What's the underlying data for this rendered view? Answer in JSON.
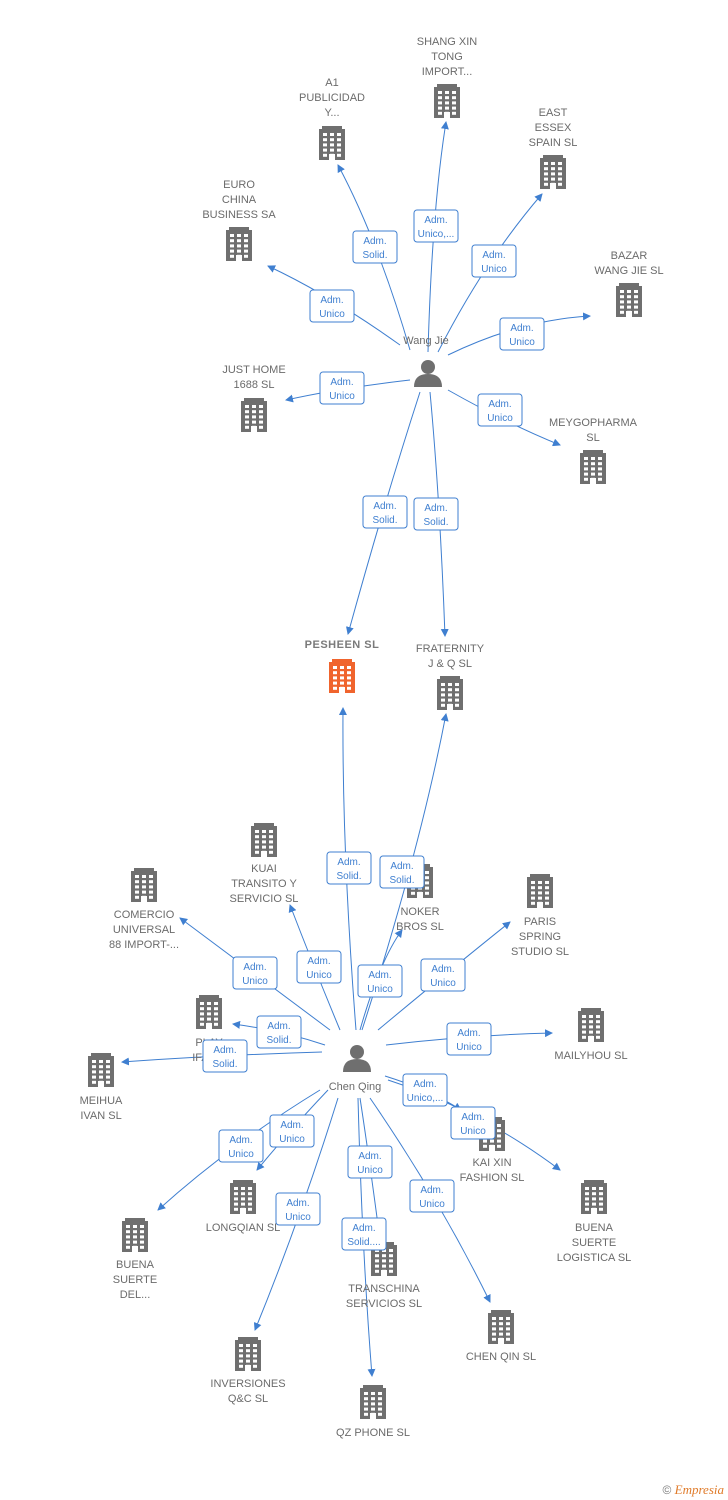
{
  "people": [
    {
      "id": "wang",
      "label": "Wang Jie"
    },
    {
      "id": "chen",
      "label": "Chen Qing"
    }
  ],
  "companies": [
    {
      "id": "shang",
      "lines": [
        "SHANG XIN",
        "TONG",
        "IMPORT..."
      ]
    },
    {
      "id": "a1",
      "lines": [
        "A1",
        "PUBLICIDAD",
        "Y..."
      ]
    },
    {
      "id": "east",
      "lines": [
        "EAST",
        "ESSEX",
        "SPAIN  SL"
      ]
    },
    {
      "id": "euro",
      "lines": [
        "EURO",
        "CHINA",
        "BUSINESS SA"
      ]
    },
    {
      "id": "bazar",
      "lines": [
        "BAZAR",
        "WANG JIE SL"
      ]
    },
    {
      "id": "justhome",
      "lines": [
        "JUST HOME",
        "1688  SL"
      ]
    },
    {
      "id": "meygo",
      "lines": [
        "MEYGOPHARMA",
        "SL"
      ]
    },
    {
      "id": "pesheen",
      "lines": [
        "PESHEEN  SL"
      ],
      "main": true
    },
    {
      "id": "frat",
      "lines": [
        "FRATERNITY",
        "J & Q  SL"
      ]
    },
    {
      "id": "kuai",
      "lines": [
        "KUAI",
        "TRANSITO Y",
        "SERVICIO SL"
      ]
    },
    {
      "id": "comercio",
      "lines": [
        "COMERCIO",
        "UNIVERSAL",
        "88 IMPORT-..."
      ]
    },
    {
      "id": "noker",
      "lines": [
        "NOKER",
        "BROS  SL"
      ]
    },
    {
      "id": "paris",
      "lines": [
        "PARIS",
        "SPRING",
        "STUDIO SL"
      ]
    },
    {
      "id": "play",
      "lines": [
        "PLAY",
        "IFAC..."
      ]
    },
    {
      "id": "mailyhou",
      "lines": [
        "MAILYHOU SL"
      ]
    },
    {
      "id": "meihua",
      "lines": [
        "MEIHUA",
        "IVAN  SL"
      ]
    },
    {
      "id": "kaixin",
      "lines": [
        "KAI XIN",
        "FASHION SL"
      ]
    },
    {
      "id": "longqian",
      "lines": [
        "LONGQIAN SL"
      ]
    },
    {
      "id": "buenalog",
      "lines": [
        "BUENA",
        "SUERTE",
        "LOGISTICA SL"
      ]
    },
    {
      "id": "buenadel",
      "lines": [
        "BUENA",
        "SUERTE",
        "DEL..."
      ]
    },
    {
      "id": "transchina",
      "lines": [
        "TRANSCHINA",
        "SERVICIOS SL"
      ]
    },
    {
      "id": "chenqin",
      "lines": [
        "CHEN QIN SL"
      ]
    },
    {
      "id": "inversiones",
      "lines": [
        "INVERSIONES",
        "Q&C  SL"
      ]
    },
    {
      "id": "qzphone",
      "lines": [
        "QZ PHONE  SL"
      ]
    }
  ],
  "edges": [
    {
      "from": "wang",
      "to": "shang",
      "lines": [
        "Adm.",
        "Unico,..."
      ]
    },
    {
      "from": "wang",
      "to": "a1",
      "lines": [
        "Adm.",
        "Solid."
      ]
    },
    {
      "from": "wang",
      "to": "east",
      "lines": [
        "Adm.",
        "Unico"
      ]
    },
    {
      "from": "wang",
      "to": "euro",
      "lines": [
        "Adm.",
        "Unico"
      ]
    },
    {
      "from": "wang",
      "to": "bazar",
      "lines": [
        "Adm.",
        "Unico"
      ]
    },
    {
      "from": "wang",
      "to": "justhome",
      "lines": [
        "Adm.",
        "Unico"
      ]
    },
    {
      "from": "wang",
      "to": "meygo",
      "lines": [
        "Adm.",
        "Unico"
      ]
    },
    {
      "from": "wang",
      "to": "pesheen",
      "lines": [
        "Adm.",
        "Solid."
      ]
    },
    {
      "from": "wang",
      "to": "frat",
      "lines": [
        "Adm.",
        "Solid."
      ]
    },
    {
      "from": "chen",
      "to": "pesheen",
      "lines": [
        "Adm.",
        "Solid."
      ]
    },
    {
      "from": "chen",
      "to": "frat",
      "lines": [
        "Adm.",
        "Solid."
      ]
    },
    {
      "from": "chen",
      "to": "comercio",
      "lines": [
        "Adm.",
        "Unico"
      ]
    },
    {
      "from": "chen",
      "to": "kuai",
      "lines": [
        "Adm.",
        "Unico"
      ]
    },
    {
      "from": "chen",
      "to": "noker",
      "lines": [
        "Adm.",
        "Unico"
      ]
    },
    {
      "from": "chen",
      "to": "paris",
      "lines": [
        "Adm.",
        "Unico"
      ]
    },
    {
      "from": "chen",
      "to": "play",
      "lines": [
        "Adm.",
        "Solid."
      ]
    },
    {
      "from": "chen",
      "to": "meihua",
      "lines": [
        "Adm.",
        "Solid."
      ]
    },
    {
      "from": "chen",
      "to": "mailyhou",
      "lines": [
        "Adm.",
        "Unico"
      ]
    },
    {
      "from": "chen",
      "to": "kaixin",
      "lines": [
        "Adm.",
        "Unico,..."
      ]
    },
    {
      "from": "chen",
      "to": "buenalog",
      "lines": [
        "Adm.",
        "Unico"
      ]
    },
    {
      "from": "chen",
      "to": "buenadel",
      "lines": [
        "Adm.",
        "Unico"
      ]
    },
    {
      "from": "chen",
      "to": "longqian",
      "lines": [
        "Adm.",
        "Unico"
      ]
    },
    {
      "from": "chen",
      "to": "transchina",
      "lines": [
        "Adm.",
        "Unico"
      ]
    },
    {
      "from": "chen",
      "to": "qzphone",
      "lines": [
        "Adm.",
        "Solid...."
      ]
    },
    {
      "from": "chen",
      "to": "chenqin",
      "lines": [
        "Adm.",
        "Unico"
      ]
    },
    {
      "from": "chen",
      "to": "inversiones",
      "lines": [
        "Adm.",
        "Unico"
      ]
    }
  ],
  "colors": {
    "link": "#3f7fd0",
    "building": "#6f6f6f",
    "building_main": "#f0642d",
    "person": "#6f6f6f"
  },
  "footer": {
    "copyright": "©",
    "brand": "Empresia"
  }
}
